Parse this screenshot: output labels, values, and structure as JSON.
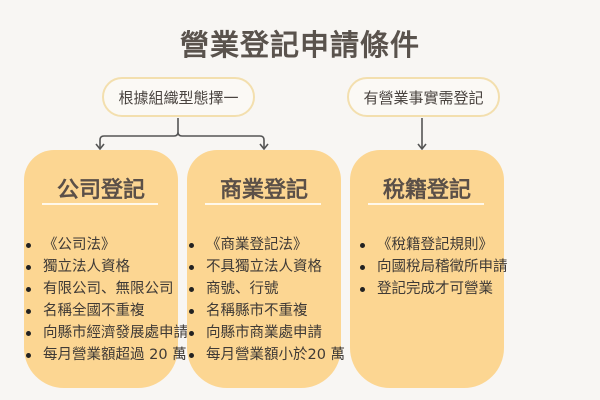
{
  "title": "營業登記申請條件",
  "pills": [
    "根據組織型態擇一",
    "有營業事實需登記"
  ],
  "cards": [
    {
      "title": "公司登記",
      "items": [
        "《公司法》",
        "獨立法人資格",
        "有限公司、無限公司",
        "名稱全國不重複",
        "向縣市經濟發展處申請",
        "每月營業額超過 20 萬"
      ]
    },
    {
      "title": "商業登記",
      "items": [
        "《商業登記法》",
        "不具獨立法人資格",
        "商號、行號",
        "名稱縣市不重複",
        "向縣市商業處申請",
        "每月營業額小於20 萬"
      ]
    },
    {
      "title": "稅籍登記",
      "items": [
        "《稅籍登記規則》",
        "向國稅局稽徵所申請",
        "登記完成才可營業"
      ]
    }
  ]
}
